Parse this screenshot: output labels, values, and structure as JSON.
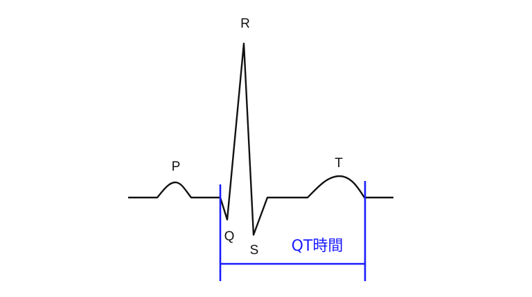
{
  "labels": {
    "p": "P",
    "q": "Q",
    "r": "R",
    "s": "S",
    "t": "T"
  },
  "interval": {
    "label": "QT時間",
    "color": "#1a1aff"
  },
  "trace_color": "#111111"
}
